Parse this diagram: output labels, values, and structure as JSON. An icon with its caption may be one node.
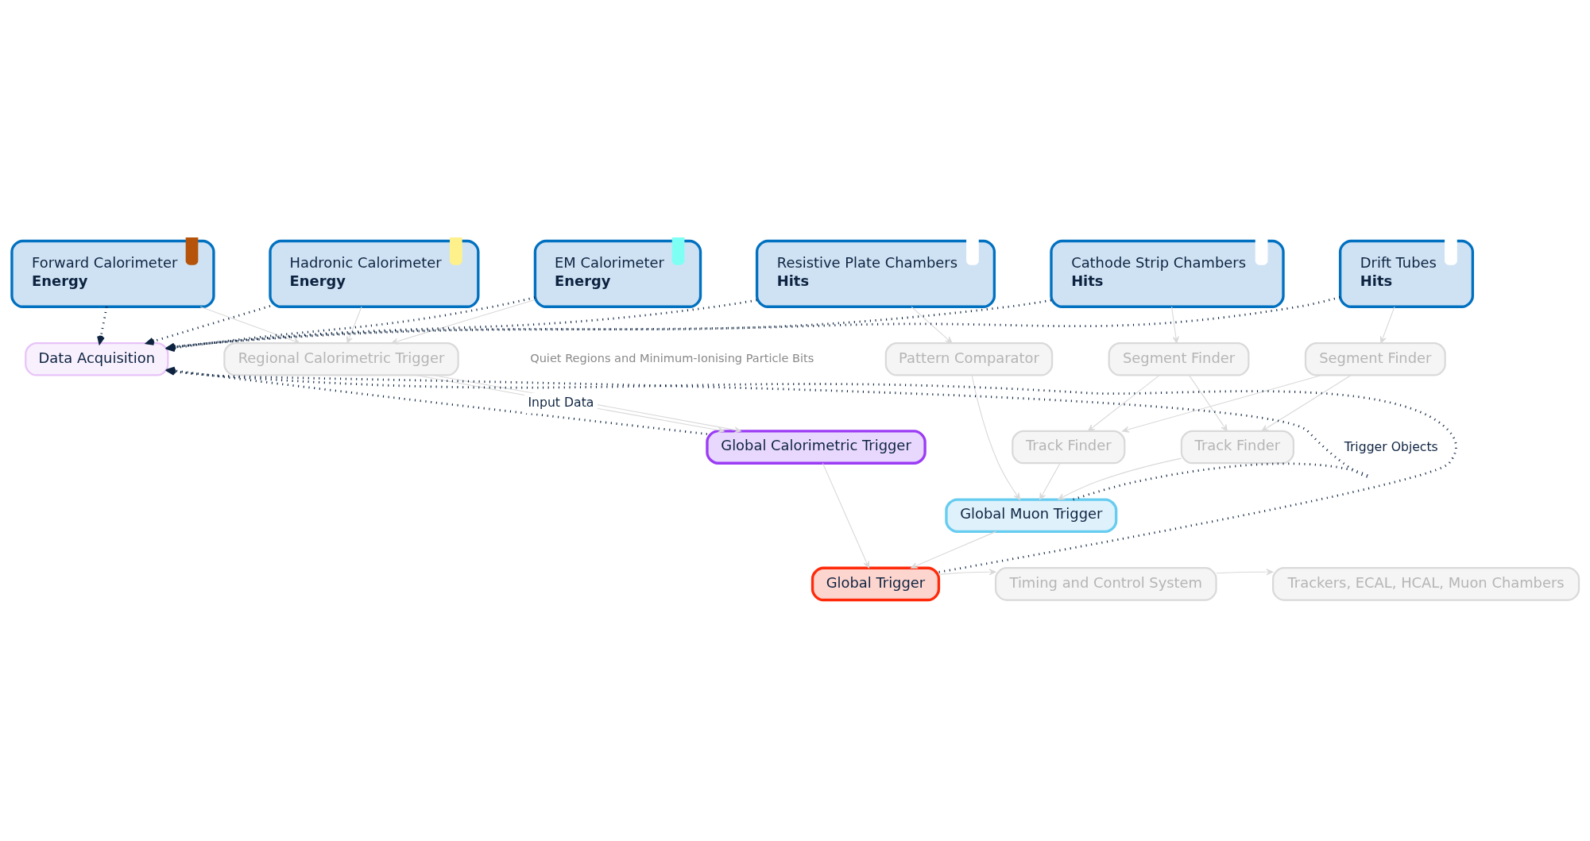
{
  "diagram": {
    "nodes": [
      {
        "text": [
          "Forward Calorimeter",
          "Energy"
        ]
      },
      {
        "text": [
          "Hadronic Calorimeter",
          "Energy"
        ]
      },
      {
        "text": [
          "EM Calorimeter",
          "Energy"
        ]
      },
      {
        "text": [
          "Resistive Plate Chambers",
          "Hits"
        ]
      },
      {
        "text": [
          "Cathode Strip Chambers",
          "Hits"
        ]
      },
      {
        "text": [
          "Drift Tubes",
          "Hits"
        ]
      },
      {
        "text": [
          "Data Acquisition"
        ]
      },
      {
        "text": [
          "Regional Calorimetric Trigger"
        ]
      },
      {
        "text": [
          "Pattern Comparator"
        ]
      },
      {
        "text": [
          "Segment Finder"
        ]
      },
      {
        "text": [
          "Segment Finder"
        ]
      },
      {
        "text": [
          "Global Calorimetric Trigger"
        ]
      },
      {
        "text": [
          "Track Finder"
        ]
      },
      {
        "text": [
          "Track Finder"
        ]
      },
      {
        "text": [
          "Global Muon Trigger"
        ]
      },
      {
        "text": [
          "Global Trigger"
        ]
      },
      {
        "text": [
          "Timing and Control System"
        ]
      },
      {
        "text": [
          "Trackers, ECAL, HCAL, Muon Chambers"
        ]
      }
    ],
    "edges": [
      {
        "from": 0,
        "to": 6,
        "arrow": "to",
        "style": "dashed",
        "color": "#0d2340"
      },
      {
        "from": 1,
        "to": 6,
        "arrow": "to",
        "style": "dashed",
        "color": "#0d2340"
      },
      {
        "from": 2,
        "to": 6,
        "arrow": "to",
        "style": "dashed",
        "color": "#0d2340"
      },
      {
        "from": 3,
        "to": 6,
        "arrow": "to",
        "style": "dashed",
        "color": "#0d2340"
      },
      {
        "from": 4,
        "to": 6,
        "arrow": "to",
        "style": "dashed",
        "color": "#0d2340"
      },
      {
        "from": 5,
        "to": 6,
        "arrow": "to",
        "style": "dashed",
        "color": "#0d2340"
      },
      {
        "from": 0,
        "to": 7,
        "arrow": "to"
      },
      {
        "from": 1,
        "to": 7,
        "arrow": "to"
      },
      {
        "from": 2,
        "to": 7,
        "arrow": "to"
      },
      {
        "from": 3,
        "to": 8,
        "arrow": "to"
      },
      {
        "from": 4,
        "to": 9,
        "arrow": "to"
      },
      {
        "from": 5,
        "to": 10,
        "arrow": "to"
      },
      {
        "from": 7,
        "to": 11,
        "arrow": "to"
      },
      {
        "from": 7,
        "to": 11,
        "arrow": "to"
      },
      {
        "from": 9,
        "to": 12,
        "arrow": "to"
      },
      {
        "from": 9,
        "to": 13,
        "arrow": "to"
      },
      {
        "from": 10,
        "to": 12,
        "arrow": "to"
      },
      {
        "from": 10,
        "to": 13,
        "arrow": "to"
      },
      {
        "from": 8,
        "to": 14,
        "arrow": "to"
      },
      {
        "from": 12,
        "to": 14,
        "arrow": "to"
      },
      {
        "from": 13,
        "to": 14,
        "arrow": "to"
      },
      {
        "from": 11,
        "to": 6,
        "arrow": "to",
        "style": "dashed",
        "color": "#0d2340",
        "label": "Input Data"
      },
      {
        "from": 14,
        "to": 6,
        "arrow": "to",
        "style": "dashed",
        "color": "#0d2340",
        "label": "Trigger Objects"
      },
      {
        "from": 15,
        "to": 6,
        "arrow": "to",
        "style": "dashed",
        "color": "#0d2340"
      },
      {
        "from": 11,
        "to": 15,
        "arrow": "to"
      },
      {
        "from": 14,
        "to": 15,
        "arrow": "to"
      },
      {
        "from": 15,
        "to": 16,
        "arrow": "to"
      },
      {
        "from": 16,
        "to": 17,
        "arrow": "to"
      }
    ],
    "labels": [
      "Quiet Regions and Minimum-Ionising Particle Bits"
    ]
  }
}
